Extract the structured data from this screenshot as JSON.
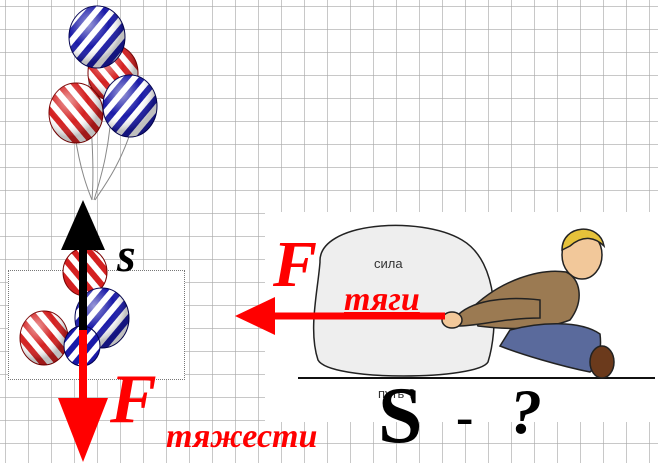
{
  "labels": {
    "s": "s",
    "F_tyagi": "F",
    "tyagi": "тяги",
    "F_tyazhesti": "F",
    "tyazhesti": "тяжести",
    "question": "S - ?",
    "question_S": "S",
    "question_dash": "-",
    "question_mark": "?",
    "stone_text": "сила",
    "path_text": "путь ?"
  },
  "colors": {
    "force_arrow": "#ff0000",
    "displacement_arrow": "#000000",
    "balloon_blue": "#1a1aa8",
    "balloon_red": "#d42020"
  }
}
